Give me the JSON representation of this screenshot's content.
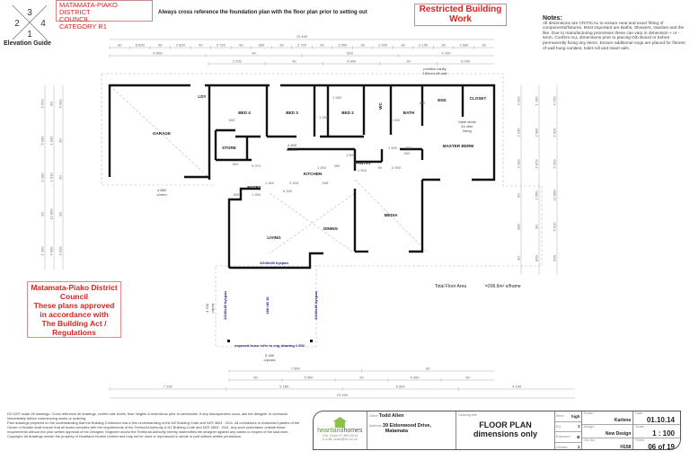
{
  "elevation_guide": {
    "n1": "1",
    "n2": "2",
    "n3": "3",
    "n4": "4",
    "label": "Elevation Guide"
  },
  "council_header": [
    "MATAMATA-PIAKO DISTRICT",
    "COUNCIL",
    "CATEGORY R1"
  ],
  "cross_reference": "Always cross reference the foundation plan with the floor plan prior to setting out",
  "restricted": [
    "Restricted Building",
    "Work"
  ],
  "notes": {
    "title": "Notes:",
    "text": "All dimensions are CRITICAL to ensure neat and exact fitting of components/fixtures. Most important are Baths, Showers, Vanities and the like. Due to manufacturing processes these can vary in dimension + or - 5mm. Confirm ALL dimensions prior to placing Gib Board or before permanently fixing any items. Ensure additional nogs are placed for fitment of wall hung vanities, toilet roll and towel rails."
  },
  "approval_stamp": [
    "Matamata-Piako District",
    "Council",
    "These plans approved",
    "in accordance with",
    "The Building Act /",
    "Regulations"
  ],
  "rooms": {
    "garage": "GARAGE",
    "ldy": "LDY",
    "bed4": "BED 4",
    "bed3": "BED 3",
    "bed2": "BED 2",
    "wc": "WC",
    "bath": "BATH",
    "ens": "ENS",
    "closet": "CLOSET",
    "store": "STORE",
    "master": "MASTER BDRM",
    "kitchen": "KITCHEN",
    "pantry": "PANTRY",
    "entry": "ENTRY",
    "dining": "DINING",
    "media": "MEDIA",
    "living": "LIVING"
  },
  "annotations": {
    "vanity": [
      "position vanity",
      "100mm off wall"
    ],
    "studs": [
      "triple studs",
      "for slier",
      "fixing"
    ],
    "kitchen_dim": [
      "4 400",
      "kitchen"
    ],
    "lintel_living": "2/240x45 hyspan",
    "lintel_left": "2/240x45 hyspan",
    "lintel_mid": "180 UB 16",
    "lintel_right": "2/240x45 hyspan",
    "truss": "exposed truss refer to eng drawing # 502",
    "carport": [
      "5 180",
      "o/posts"
    ],
    "carport_depth": [
      "4 700",
      "o/post"
    ],
    "garage_width": [
      "4 880",
      "o/rmm"
    ],
    "floor_area_label": "Total Floor Area",
    "floor_area_value": "=206.6m² o/frame"
  },
  "dims_top": {
    "overall": "23 490",
    "row1": [
      "90",
      "6 690",
      "90",
      "2 800",
      "90",
      "2 720",
      "90",
      "600",
      "90",
      "2 720",
      "90",
      "1 050",
      "90",
      "2 000",
      "90",
      "2 150",
      "90",
      "1 660",
      "90"
    ],
    "row2": [
      "6 000",
      "90",
      "600",
      "4 100"
    ],
    "row3": [
      "2 200",
      "90",
      "9 840",
      "90",
      "5 000"
    ]
  },
  "dims_left": [
    "6 070",
    "5 930",
    "1 100",
    "90",
    "1 150",
    "90",
    "1 930",
    "1 610",
    "12 000",
    "4 500",
    "4 320",
    "90",
    "90",
    "90",
    "3 310"
  ],
  "dims_right": [
    "3 310",
    "2 240",
    "3 310",
    "90",
    "980",
    "90",
    "1 100",
    "2 900",
    "6 070",
    "1 500",
    "90",
    "800",
    "4 720",
    "5 620",
    "6 310",
    "12 000",
    "5 510",
    "500"
  ],
  "dims_interior": [
    "600",
    "5 970",
    "1 000",
    "490",
    "1 500",
    "90",
    "2 090",
    "1 460",
    "2 433",
    "948",
    "6 330",
    "830",
    "1 350",
    "500",
    "600",
    "1 500",
    "1 500",
    "500",
    "1 000",
    "1 350",
    "1 050",
    "600"
  ],
  "dims_bottom": {
    "row_a": [
      "7 600",
      "90"
    ],
    "row_b": [
      "90",
      "5 000",
      "90",
      "4 200",
      "90"
    ],
    "row_c": [
      "7 230",
      "5 180",
      "6 890",
      "4 190"
    ],
    "overall": "23 490"
  },
  "disclaimer": [
    "DO NOT scale off drawings. Cross reference all drawings, confirm site levels, floor heights & restrictions prior to earthworks. If any discrepancies occur, ask the designer or contractor immediately before commencing works or ordering.",
    "Plan drawings prepared on the understanding that the Building Contractor has a firm understanding of the NZ Building Code and NZS 3604 : 2011. All contractors or Authorised parties of the Owner or Builder shall ensure that all works complies with the requirements of the Territorial Authority & NZ Building Code and NZS 3604 : 2011. Any work undertaken outside these requirements without the prior written approval of the Designer, Engineer and/or the Territorial Authority hereby indemnifies the designer against any claims in respect of the said work.",
    "Copyright: All drawings remain the property of Heartland Homes Limited and may not be used or reproduced in whole or part without written permission."
  ],
  "title_block": {
    "logo_a": "heartland",
    "logo_b": "homes",
    "contact": [
      "Cell: Duke 07 883 3014",
      "e-mail: duke@hh.co.nz"
    ],
    "client_label": "Client",
    "client": "Todd Allen",
    "address_label": "Address",
    "address": [
      "39 Eldonwood Drive,",
      "Matamata"
    ],
    "drawing_label": "Drawing title",
    "drawing_title": [
      "FLOOR PLAN",
      "dimensions only"
    ],
    "wind_label": "Wind",
    "wind": "high",
    "eq_label": "EQ",
    "eq": "1",
    "exposure_label": "Exposure",
    "exposure": "B",
    "climate_label": "Climate",
    "climate": "2",
    "drawn_label": "Drawn",
    "drawn": "Karlene",
    "design_label": "Design",
    "design": "New Design",
    "job_label": "Job No.",
    "job": "H158",
    "date_label": "Date",
    "date": "01.10.14",
    "scale_label": "Scale",
    "scale": "1 : 100",
    "sheet_label": "Sheet",
    "sheet": "06 of 19"
  }
}
